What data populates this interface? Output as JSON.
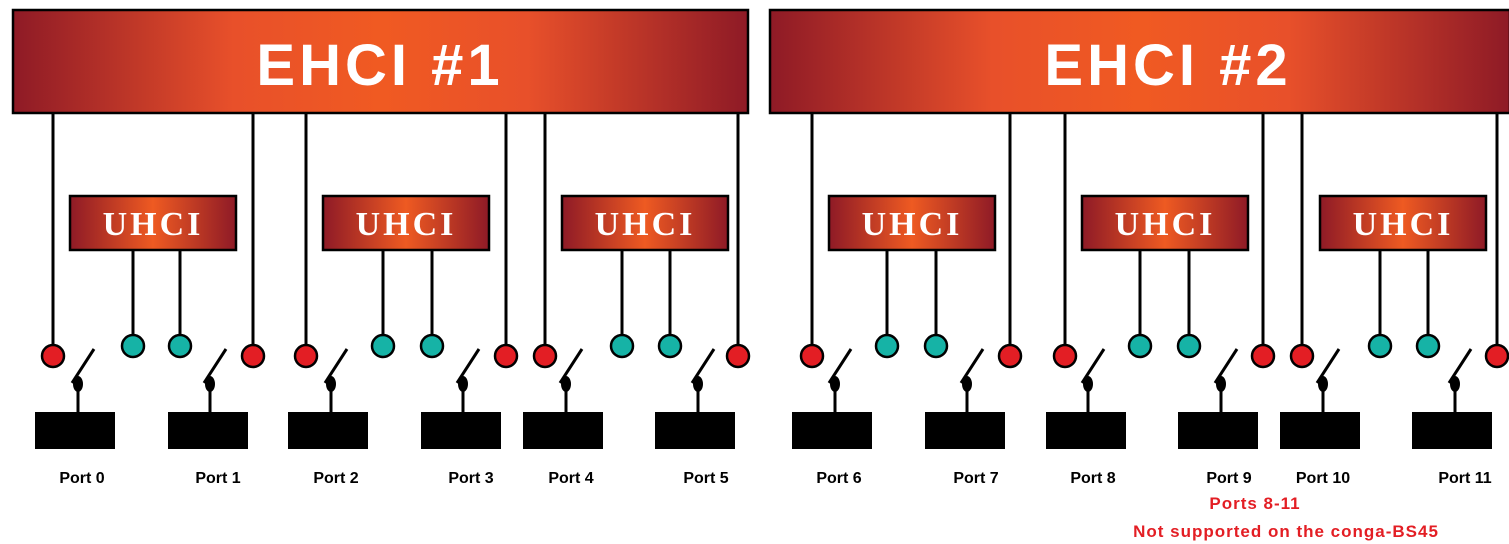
{
  "colors": {
    "ehci_edge": "#8e1a26",
    "ehci_center": "#f05a22",
    "ehci_mid": "#e8502a",
    "uhci_edge": "#8e1a26",
    "uhci_center": "#ee5a22",
    "ehci_port_dot": "#e31e24",
    "uhci_port_dot": "#16b3a6",
    "line": "#000000",
    "note": "#e31e24"
  },
  "ehci": [
    {
      "label": "EHCI #1"
    },
    {
      "label": "EHCI #2"
    }
  ],
  "uhci": [
    {
      "label": "UHCI"
    },
    {
      "label": "UHCI"
    },
    {
      "label": "UHCI"
    },
    {
      "label": "UHCI"
    },
    {
      "label": "UHCI"
    },
    {
      "label": "UHCI"
    }
  ],
  "ports": [
    {
      "label": "Port 0"
    },
    {
      "label": "Port 1"
    },
    {
      "label": "Port 2"
    },
    {
      "label": "Port 3"
    },
    {
      "label": "Port 4"
    },
    {
      "label": "Port 5"
    },
    {
      "label": "Port 6"
    },
    {
      "label": "Port 7"
    },
    {
      "label": "Port 8"
    },
    {
      "label": "Port 9"
    },
    {
      "label": "Port 10"
    },
    {
      "label": "Port 11"
    }
  ],
  "note": {
    "line1": "Ports 8-11",
    "line2": "Not supported on the conga-BS45"
  }
}
